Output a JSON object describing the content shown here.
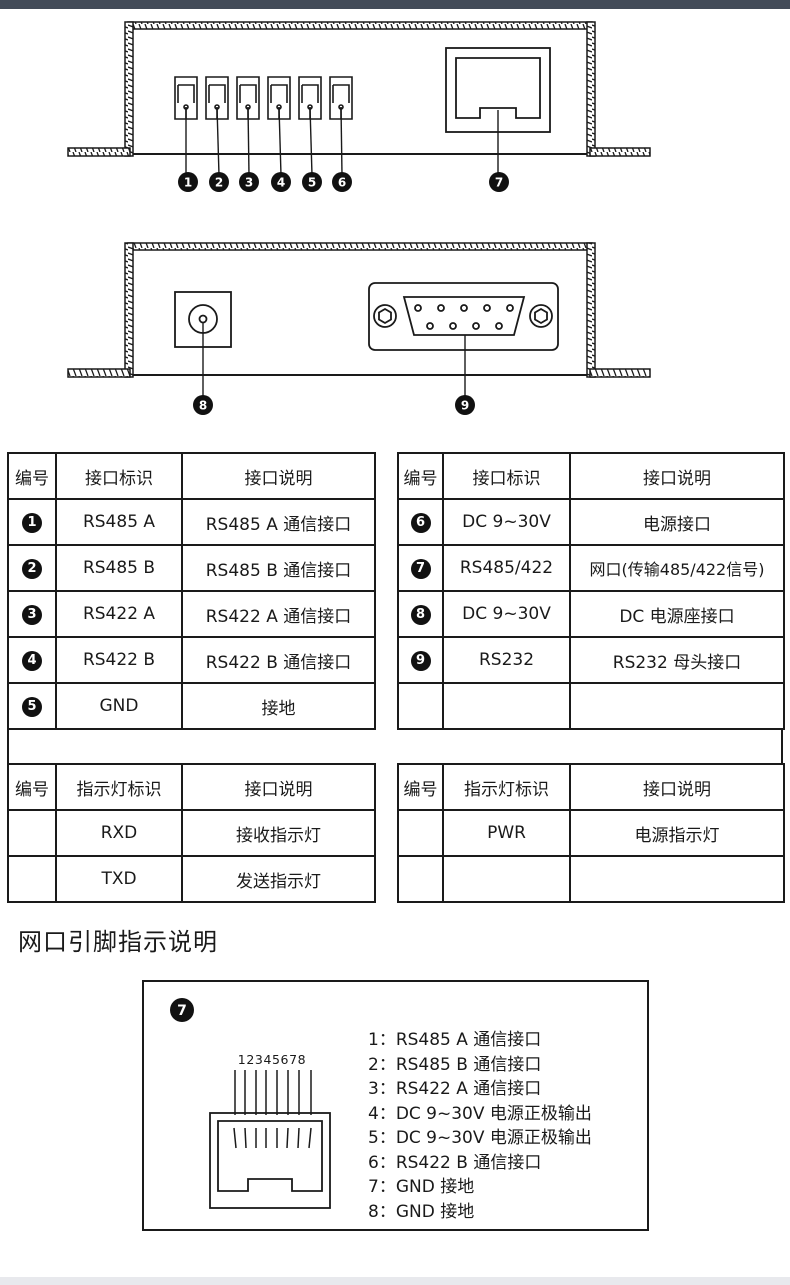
{
  "diagram": {
    "front_pin_labels": [
      "1",
      "2",
      "3",
      "4",
      "5",
      "6",
      "7"
    ],
    "back_pin_labels": [
      "8",
      "9"
    ]
  },
  "interface_table": {
    "left_header": [
      "编号",
      "接口标识",
      "接口说明"
    ],
    "right_header": [
      "编号",
      "接口标识",
      "接口说明"
    ],
    "left_rows": [
      {
        "num": "1",
        "id": "RS485 A",
        "desc": "RS485 A 通信接口"
      },
      {
        "num": "2",
        "id": "RS485 B",
        "desc": "RS485 B 通信接口"
      },
      {
        "num": "3",
        "id": "RS422 A",
        "desc": "RS422 A 通信接口"
      },
      {
        "num": "4",
        "id": "RS422 B",
        "desc": "RS422 B 通信接口"
      },
      {
        "num": "5",
        "id": "GND",
        "desc": "接地"
      }
    ],
    "right_rows": [
      {
        "num": "6",
        "id": "DC 9~30V",
        "desc": "电源接口"
      },
      {
        "num": "7",
        "id": "RS485/422",
        "desc": "网口(传输485/422信号)"
      },
      {
        "num": "8",
        "id": "DC 9~30V",
        "desc": "DC 电源座接口"
      },
      {
        "num": "9",
        "id": "RS232",
        "desc": "RS232 母头接口"
      },
      {
        "num": "",
        "id": "",
        "desc": ""
      }
    ]
  },
  "indicator_table": {
    "left_header": [
      "编号",
      "指示灯标识",
      "接口说明"
    ],
    "right_header": [
      "编号",
      "指示灯标识",
      "接口说明"
    ],
    "left_rows": [
      {
        "num": "",
        "id": "RXD",
        "desc": "接收指示灯"
      },
      {
        "num": "",
        "id": "TXD",
        "desc": "发送指示灯"
      }
    ],
    "right_rows": [
      {
        "num": "",
        "id": "PWR",
        "desc": "电源指示灯"
      },
      {
        "num": "",
        "id": "",
        "desc": ""
      }
    ]
  },
  "rj45_section": {
    "title": "网口引脚指示说明",
    "badge": "7",
    "pin_numbers": "12345678",
    "pins": [
      "1：RS485 A 通信接口",
      "2：RS485 B 通信接口",
      "3：RS422 A 通信接口",
      "4：DC 9~30V 电源正极输出",
      "5：DC 9~30V 电源正极输出",
      "6：RS422 B 通信接口",
      "7：GND 接地",
      "8：GND 接地"
    ]
  }
}
